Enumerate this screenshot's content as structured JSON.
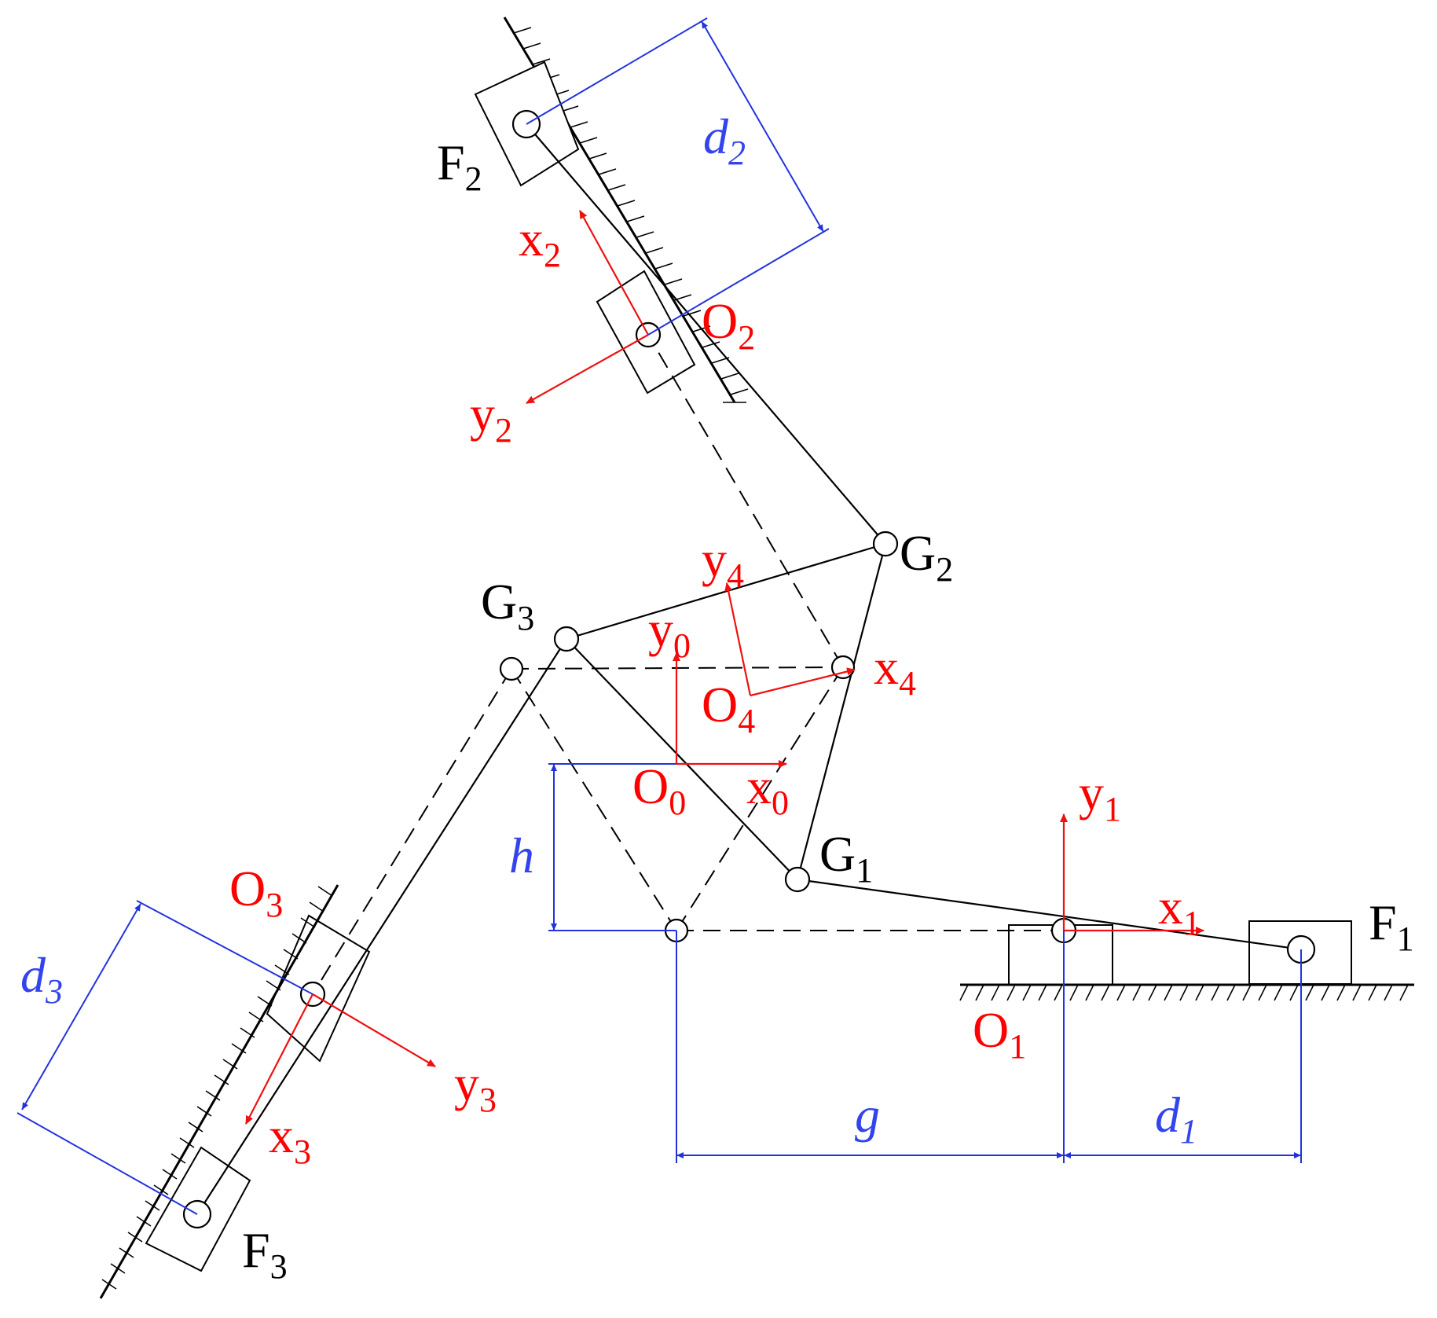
{
  "labels": {
    "F1": {
      "main": "F",
      "sub": "1"
    },
    "F2": {
      "main": "F",
      "sub": "2"
    },
    "F3": {
      "main": "F",
      "sub": "3"
    },
    "G1": {
      "main": "G",
      "sub": "1"
    },
    "G2": {
      "main": "G",
      "sub": "2"
    },
    "G3": {
      "main": "G",
      "sub": "3"
    },
    "O0": {
      "main": "O",
      "sub": "0"
    },
    "O1": {
      "main": "O",
      "sub": "1"
    },
    "O2": {
      "main": "O",
      "sub": "2"
    },
    "O3": {
      "main": "O",
      "sub": "3"
    },
    "O4": {
      "main": "O",
      "sub": "4"
    },
    "x0": {
      "main": "x",
      "sub": "0"
    },
    "x1": {
      "main": "x",
      "sub": "1"
    },
    "x2": {
      "main": "x",
      "sub": "2"
    },
    "x3": {
      "main": "x",
      "sub": "3"
    },
    "x4": {
      "main": "x",
      "sub": "4"
    },
    "y0": {
      "main": "y",
      "sub": "0"
    },
    "y1": {
      "main": "y",
      "sub": "1"
    },
    "y2": {
      "main": "y",
      "sub": "2"
    },
    "y3": {
      "main": "y",
      "sub": "3"
    },
    "y4": {
      "main": "y",
      "sub": "4"
    },
    "d1": {
      "main": "d",
      "sub": "1"
    },
    "d2": {
      "main": "d",
      "sub": "2"
    },
    "d3": {
      "main": "d",
      "sub": "3"
    },
    "g": {
      "main": "g"
    },
    "h": {
      "main": "h"
    }
  },
  "colors": {
    "structure": "#000000",
    "frames": "#ff0000",
    "dimensions": "#3344ee"
  }
}
